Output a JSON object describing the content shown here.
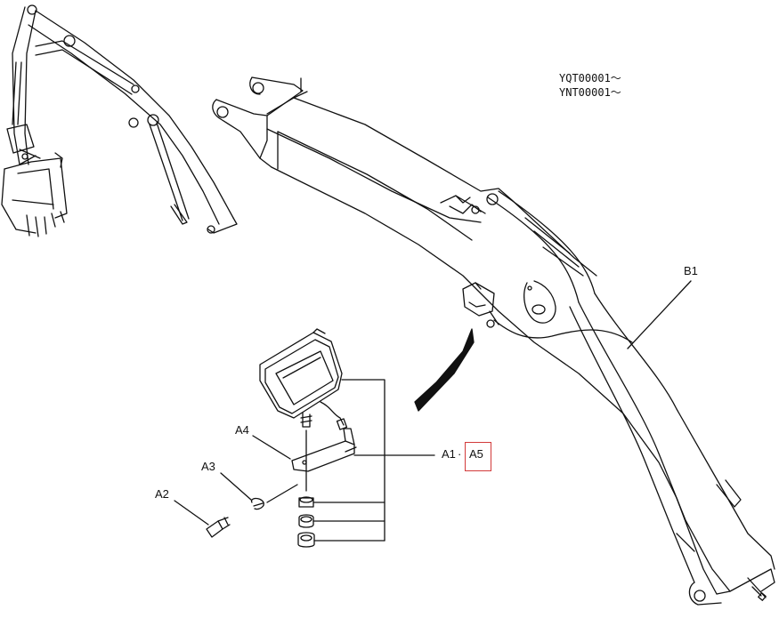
{
  "serials": [
    "YQT00001～",
    "YNT00001～"
  ],
  "labels": {
    "b1": "B1",
    "a1": "A1",
    "dot": "·",
    "a5": "A5",
    "a2": "A2",
    "a3": "A3",
    "a4": "A4"
  },
  "colors": {
    "line": "#111111",
    "highlight": "#d23a3a",
    "background": "#ffffff"
  }
}
